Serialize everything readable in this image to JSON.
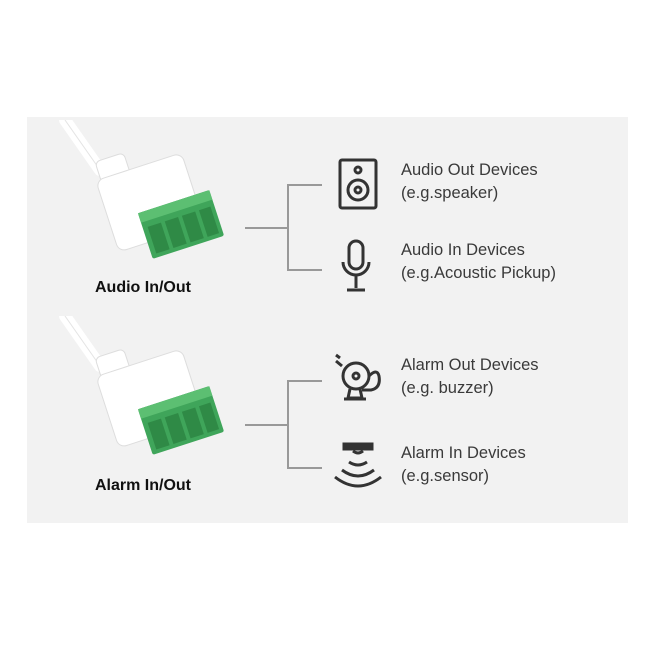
{
  "ports": [
    {
      "label": "Audio In/Out",
      "devices": [
        {
          "name": "Audio Out Devices",
          "example": "(e.g.speaker)",
          "icon": "speaker-icon"
        },
        {
          "name": "Audio In Devices",
          "example": "(e.g.Acoustic Pickup)",
          "icon": "microphone-icon"
        }
      ]
    },
    {
      "label": "Alarm In/Out",
      "devices": [
        {
          "name": "Alarm Out Devices",
          "example": "(e.g. buzzer)",
          "icon": "alarm-bell-icon"
        },
        {
          "name": "Alarm In Devices",
          "example": "(e.g.sensor)",
          "icon": "sensor-icon"
        }
      ]
    }
  ],
  "colors": {
    "terminal_green": "#3fa55a",
    "icon": "#333333",
    "panel": "#f2f2f2"
  }
}
